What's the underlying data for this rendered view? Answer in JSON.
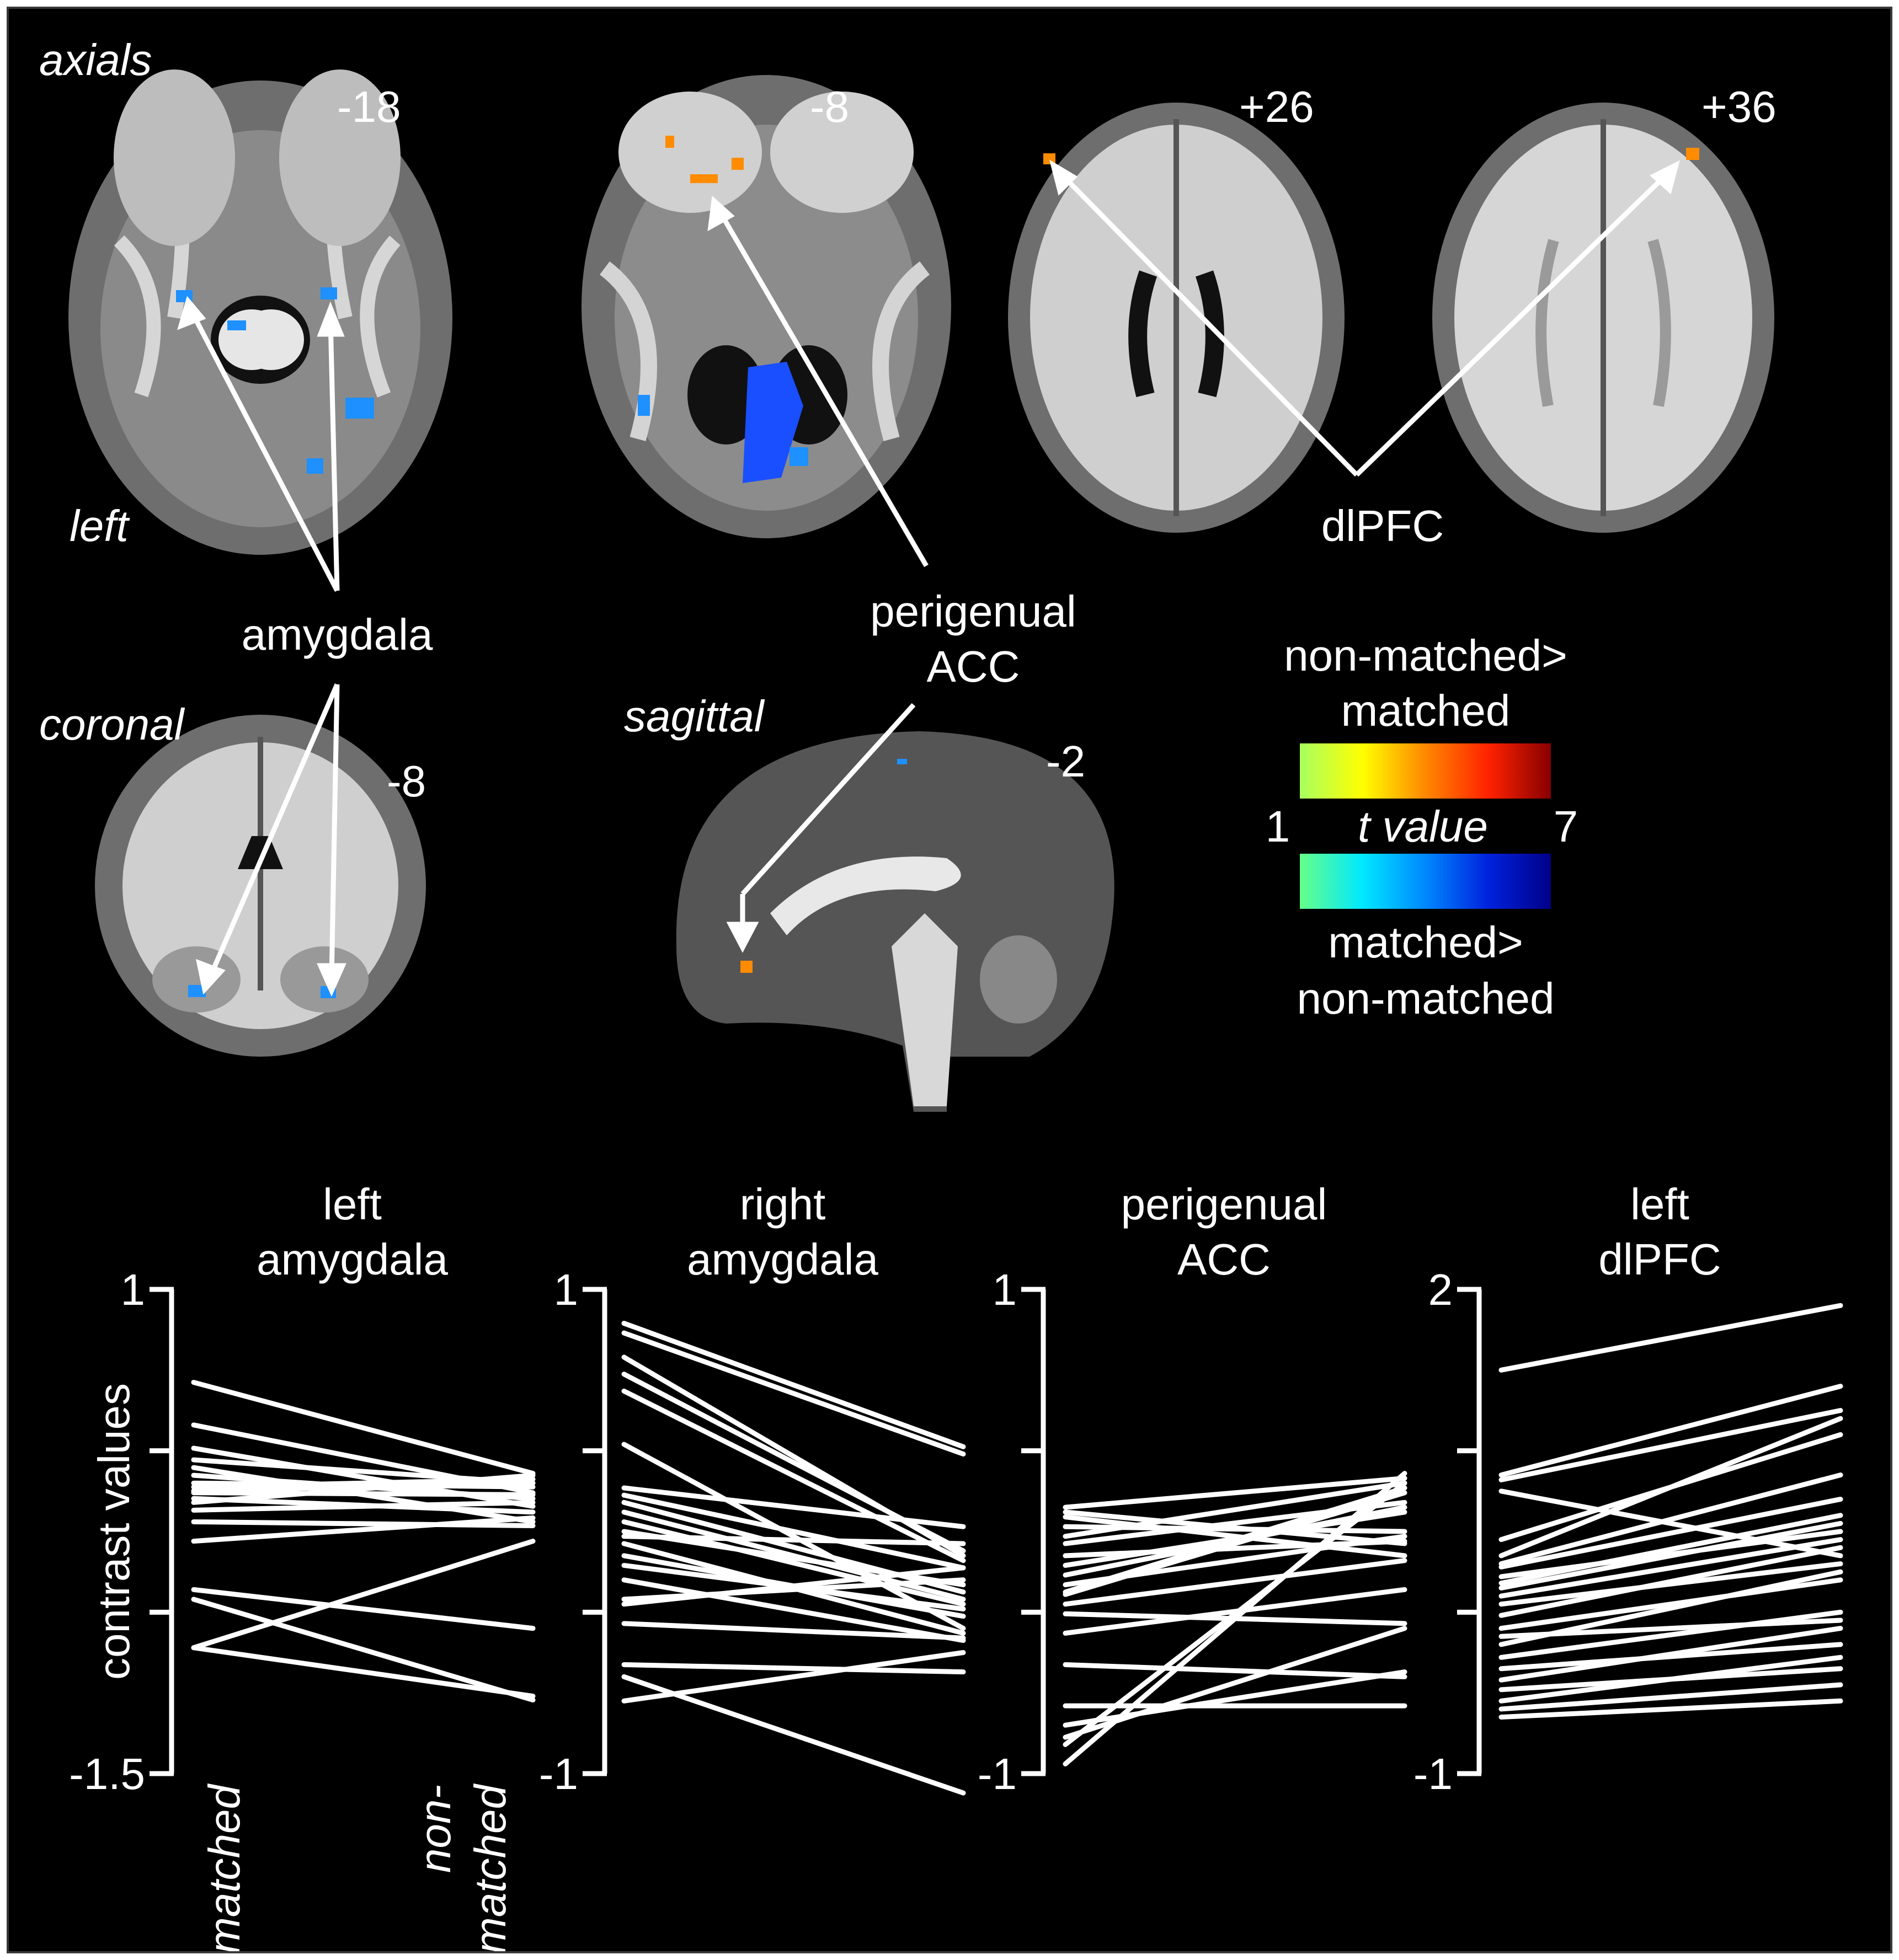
{
  "top_panel": {
    "view_labels": {
      "axials": "axials",
      "left": "left",
      "coronal": "coronal",
      "sagittal": "sagittal"
    },
    "slice_labels": {
      "axial_1": "-18",
      "axial_2": "-8",
      "axial_3": "+26",
      "axial_4": "+36",
      "coronal": "-8",
      "sagittal": "-2"
    },
    "region_labels": {
      "amygdala": "amygdala",
      "perigenual_line1": "perigenual",
      "perigenual_line2": "ACC",
      "dlpfc": "dlPFC"
    },
    "colorbar": {
      "top_line1": "non-matched>",
      "top_line2": "matched",
      "min": "1",
      "label": "t value",
      "max": "7",
      "bottom_line1": "matched>",
      "bottom_line2": "non-matched",
      "warm_colors": [
        "#a8ff60",
        "#ffff00",
        "#ff8800",
        "#ff2200",
        "#880000"
      ],
      "cool_colors": [
        "#66ff88",
        "#00e8ff",
        "#0088ff",
        "#0022dd",
        "#000088"
      ]
    }
  },
  "chart_data": [
    {
      "type": "line",
      "title": [
        "left",
        "amygdala"
      ],
      "ylabel": "contrast values",
      "ylim": [
        -1.5,
        1
      ],
      "tick_labels": [
        "1",
        "-1.5"
      ],
      "x_labels": {
        "left": "matched",
        "right_line1": "non-",
        "right_line2": "matched"
      },
      "pairs": [
        [
          0.52,
          0.05
        ],
        [
          0.3,
          -0.05
        ],
        [
          0.18,
          -0.12
        ],
        [
          0.12,
          0.0
        ],
        [
          0.04,
          -0.08
        ],
        [
          0.0,
          -0.02
        ],
        [
          -0.02,
          0.02
        ],
        [
          -0.05,
          -0.06
        ],
        [
          -0.08,
          -0.15
        ],
        [
          -0.1,
          0.04
        ],
        [
          -0.14,
          -0.1
        ],
        [
          -0.2,
          -0.22
        ],
        [
          -0.3,
          -0.18
        ],
        [
          -0.55,
          -0.75
        ],
        [
          -0.85,
          -0.3
        ],
        [
          -0.85,
          -1.1
        ],
        [
          -0.6,
          -1.12
        ],
        [
          0.08,
          -0.2
        ],
        [
          -0.04,
          0.0
        ]
      ]
    },
    {
      "type": "line",
      "title": [
        "right",
        "amygdala"
      ],
      "ylim": [
        -1,
        1
      ],
      "tick_labels": [
        "1",
        "-1"
      ],
      "pairs": [
        [
          0.86,
          0.35
        ],
        [
          0.82,
          0.32
        ],
        [
          0.72,
          -0.1
        ],
        [
          0.65,
          -0.08
        ],
        [
          0.58,
          -0.12
        ],
        [
          0.36,
          -0.4
        ],
        [
          0.18,
          0.02
        ],
        [
          0.15,
          -0.15
        ],
        [
          0.12,
          -0.25
        ],
        [
          0.08,
          -0.28
        ],
        [
          0.04,
          -0.3
        ],
        [
          0.0,
          -0.22
        ],
        [
          -0.02,
          -0.05
        ],
        [
          -0.05,
          -0.42
        ],
        [
          -0.1,
          -0.35
        ],
        [
          -0.14,
          -0.32
        ],
        [
          -0.2,
          -0.45
        ],
        [
          -0.28,
          -0.2
        ],
        [
          -0.38,
          -0.44
        ],
        [
          -0.55,
          -0.58
        ],
        [
          -0.6,
          -1.08
        ],
        [
          -0.7,
          -0.5
        ],
        [
          -0.3,
          -0.15
        ]
      ]
    },
    {
      "type": "line",
      "title": [
        "perigenual",
        "ACC"
      ],
      "ylim": [
        -1,
        1
      ],
      "tick_labels": [
        "1",
        "-1"
      ],
      "pairs": [
        [
          0.1,
          0.22
        ],
        [
          0.06,
          -0.1
        ],
        [
          0.02,
          0.0
        ],
        [
          -0.02,
          0.2
        ],
        [
          -0.05,
          0.12
        ],
        [
          -0.1,
          -0.04
        ],
        [
          -0.14,
          0.08
        ],
        [
          -0.18,
          0.1
        ],
        [
          -0.22,
          -0.02
        ],
        [
          -0.26,
          0.16
        ],
        [
          -0.3,
          -0.12
        ],
        [
          -0.34,
          -0.38
        ],
        [
          -0.42,
          -0.24
        ],
        [
          -0.55,
          -0.6
        ],
        [
          -0.72,
          -0.72
        ],
        [
          -0.8,
          -0.58
        ],
        [
          -0.85,
          -0.4
        ],
        [
          -0.96,
          0.24
        ],
        [
          -0.88,
          0.2
        ],
        [
          -0.25,
          0.18
        ],
        [
          0.08,
          -0.05
        ]
      ]
    },
    {
      "type": "line",
      "title": [
        "left",
        "dlPFC"
      ],
      "ylim": [
        -1,
        2
      ],
      "tick_labels": [
        "2",
        "-1"
      ],
      "pairs": [
        [
          1.5,
          1.9
        ],
        [
          0.85,
          1.4
        ],
        [
          0.82,
          1.25
        ],
        [
          0.75,
          0.35
        ],
        [
          0.45,
          1.1
        ],
        [
          0.35,
          1.2
        ],
        [
          0.3,
          0.85
        ],
        [
          0.28,
          0.7
        ],
        [
          0.22,
          0.5
        ],
        [
          0.18,
          0.6
        ],
        [
          0.15,
          0.55
        ],
        [
          0.1,
          0.45
        ],
        [
          0.05,
          0.3
        ],
        [
          -0.02,
          0.4
        ],
        [
          -0.1,
          0.2
        ],
        [
          -0.15,
          -0.05
        ],
        [
          -0.2,
          0.25
        ],
        [
          -0.28,
          0.0
        ],
        [
          -0.35,
          -0.2
        ],
        [
          -0.42,
          -0.1
        ],
        [
          -0.48,
          -0.35
        ],
        [
          -0.55,
          -0.28
        ],
        [
          -0.6,
          -0.45
        ],
        [
          -0.65,
          -0.55
        ]
      ]
    }
  ]
}
